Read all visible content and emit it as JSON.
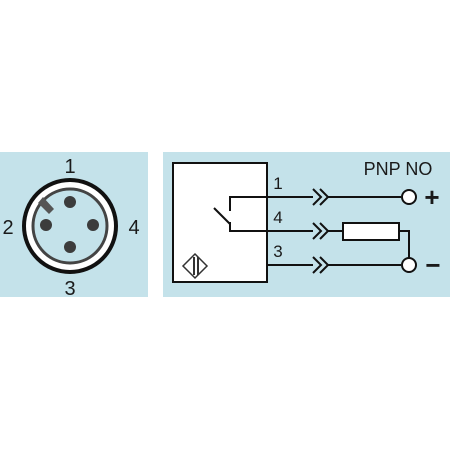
{
  "connector": {
    "pin_labels": [
      "1",
      "2",
      "3",
      "4"
    ],
    "panel_color": "#c4e2ea"
  },
  "schematic": {
    "title": "PNP NO",
    "wire_labels": [
      "1",
      "4",
      "3"
    ],
    "plus_symbol": "+",
    "minus_symbol": "−",
    "panel_color": "#c4e2ea"
  }
}
